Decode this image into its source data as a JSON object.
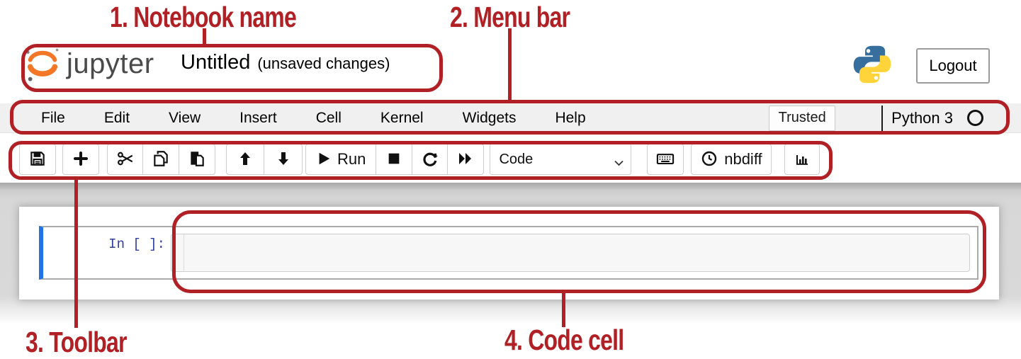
{
  "annotations": {
    "color": "#b02025",
    "items": [
      {
        "label": "1. Notebook name"
      },
      {
        "label": "2. Menu bar"
      },
      {
        "label": "3. Toolbar"
      },
      {
        "label": "4. Code cell"
      }
    ]
  },
  "header": {
    "logo_text": "jupyter",
    "notebook_name": "Untitled",
    "save_status": "(unsaved changes)",
    "logout_label": "Logout"
  },
  "menubar": {
    "items": [
      "File",
      "Edit",
      "View",
      "Insert",
      "Cell",
      "Kernel",
      "Widgets",
      "Help"
    ],
    "trusted_label": "Trusted",
    "kernel_name": "Python 3",
    "kernel_indicator_icon": "kernel-idle-circle-icon"
  },
  "toolbar": {
    "run_label": "Run",
    "cell_type_value": "Code",
    "nbdiff_label": "nbdiff",
    "icons": [
      "floppy-save-icon",
      "add-cell-icon",
      "cut-icon",
      "copy-icon",
      "paste-icon",
      "move-up-icon",
      "move-down-icon",
      "play-icon",
      "stop-icon",
      "restart-kernel-icon",
      "fast-forward-icon",
      "keyboard-icon",
      "clock-icon",
      "bar-chart-icon",
      "chevron-down-icon"
    ]
  },
  "cell": {
    "prompt": "In [ ]:",
    "input_value": ""
  },
  "colors": {
    "annotation_red": "#b02025",
    "jupyter_orange": "#f37726",
    "selected_cell_blue": "#2272e8",
    "prompt_navy": "#303f9f",
    "menubar_gray": "#f0f0f0",
    "python_blue": "#366e9d",
    "python_yellow": "#ffd43b"
  }
}
